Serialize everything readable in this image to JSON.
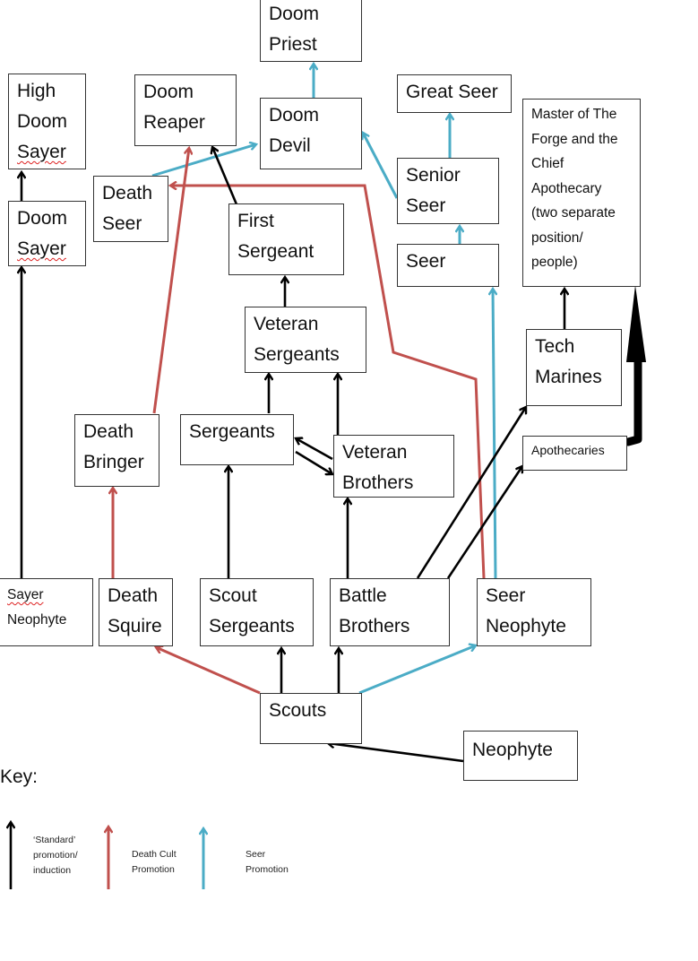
{
  "title": "Chapter promotion hierarchy",
  "colors": {
    "standard": "#000000",
    "death_cult": "#c0504d",
    "seer": "#4bacc6"
  },
  "nodes": {
    "doom_priest": "Doom\nPriest",
    "high_doom_sayer": "High\nDoom\nSayer",
    "doom_reaper": "Doom\nReaper",
    "doom_devil": "Doom\nDevil",
    "great_seer": "Great Seer",
    "master_forge": "Master of The\nForge and the\nChief\nApothecary\n(two separate\nposition/\npeople)",
    "death_seer": "Death\nSeer",
    "doom_sayer": "Doom\nSayer",
    "first_sergeant": "First\nSergeant",
    "senior_seer": "Senior\nSeer",
    "seer": "Seer",
    "veteran_sergeants": "Veteran\nSergeants",
    "tech_marines": "Tech\nMarines",
    "death_bringer": "Death\nBringer",
    "sergeants": "Sergeants",
    "veteran_brothers": "Veteran\nBrothers",
    "apothecaries": "Apothecaries",
    "sayer_neophyte": "Sayer\nNeophyte",
    "death_squire": "Death\nSquire",
    "scout_sergeants": "Scout\nSergeants",
    "battle_brothers": "Battle\nBrothers",
    "seer_neophyte": "Seer\nNeophyte",
    "scouts": "Scouts",
    "neophyte": "Neophyte"
  },
  "edges": [
    {
      "from": "doom_devil",
      "to": "doom_priest",
      "type": "seer"
    },
    {
      "from": "senior_seer",
      "to": "great_seer",
      "type": "seer"
    },
    {
      "from": "senior_seer",
      "to": "doom_devil",
      "type": "seer"
    },
    {
      "from": "seer",
      "to": "senior_seer",
      "type": "seer"
    },
    {
      "from": "seer_neophyte",
      "to": "seer",
      "type": "seer"
    },
    {
      "from": "scouts",
      "to": "seer_neophyte",
      "type": "seer"
    },
    {
      "from": "death_seer",
      "to": "doom_devil",
      "type": "seer"
    },
    {
      "from": "death_bringer",
      "to": "doom_reaper",
      "type": "death_cult"
    },
    {
      "from": "death_squire",
      "to": "death_bringer",
      "type": "death_cult"
    },
    {
      "from": "scouts",
      "to": "death_squire",
      "type": "death_cult"
    },
    {
      "from": "seer_neophyte",
      "to": "death_seer",
      "type": "death_cult"
    },
    {
      "from": "doom_sayer",
      "to": "high_doom_sayer",
      "type": "standard"
    },
    {
      "from": "sayer_neophyte",
      "to": "doom_sayer",
      "type": "standard"
    },
    {
      "from": "first_sergeant",
      "to": "doom_reaper",
      "type": "standard"
    },
    {
      "from": "veteran_sergeants",
      "to": "first_sergeant",
      "type": "standard"
    },
    {
      "from": "sergeants",
      "to": "veteran_sergeants",
      "type": "standard"
    },
    {
      "from": "veteran_brothers",
      "to": "veteran_sergeants",
      "type": "standard"
    },
    {
      "from": "sergeants",
      "to": "veteran_brothers",
      "type": "standard"
    },
    {
      "from": "veteran_brothers",
      "to": "sergeants",
      "type": "standard"
    },
    {
      "from": "scout_sergeants",
      "to": "sergeants",
      "type": "standard"
    },
    {
      "from": "battle_brothers",
      "to": "veteran_brothers",
      "type": "standard"
    },
    {
      "from": "battle_brothers",
      "to": "tech_marines",
      "type": "standard"
    },
    {
      "from": "battle_brothers",
      "to": "apothecaries",
      "type": "standard"
    },
    {
      "from": "tech_marines",
      "to": "master_forge",
      "type": "standard"
    },
    {
      "from": "apothecaries",
      "to": "master_forge",
      "type": "standard"
    },
    {
      "from": "scouts",
      "to": "scout_sergeants",
      "type": "standard"
    },
    {
      "from": "scouts",
      "to": "battle_brothers",
      "type": "standard"
    },
    {
      "from": "neophyte",
      "to": "scouts",
      "type": "standard"
    }
  ],
  "key": {
    "title": "Key:",
    "standard": "‘Standard’\npromotion/\ninduction",
    "death_cult": "Death Cult\nPromotion",
    "seer": "Seer\nPromotion"
  }
}
